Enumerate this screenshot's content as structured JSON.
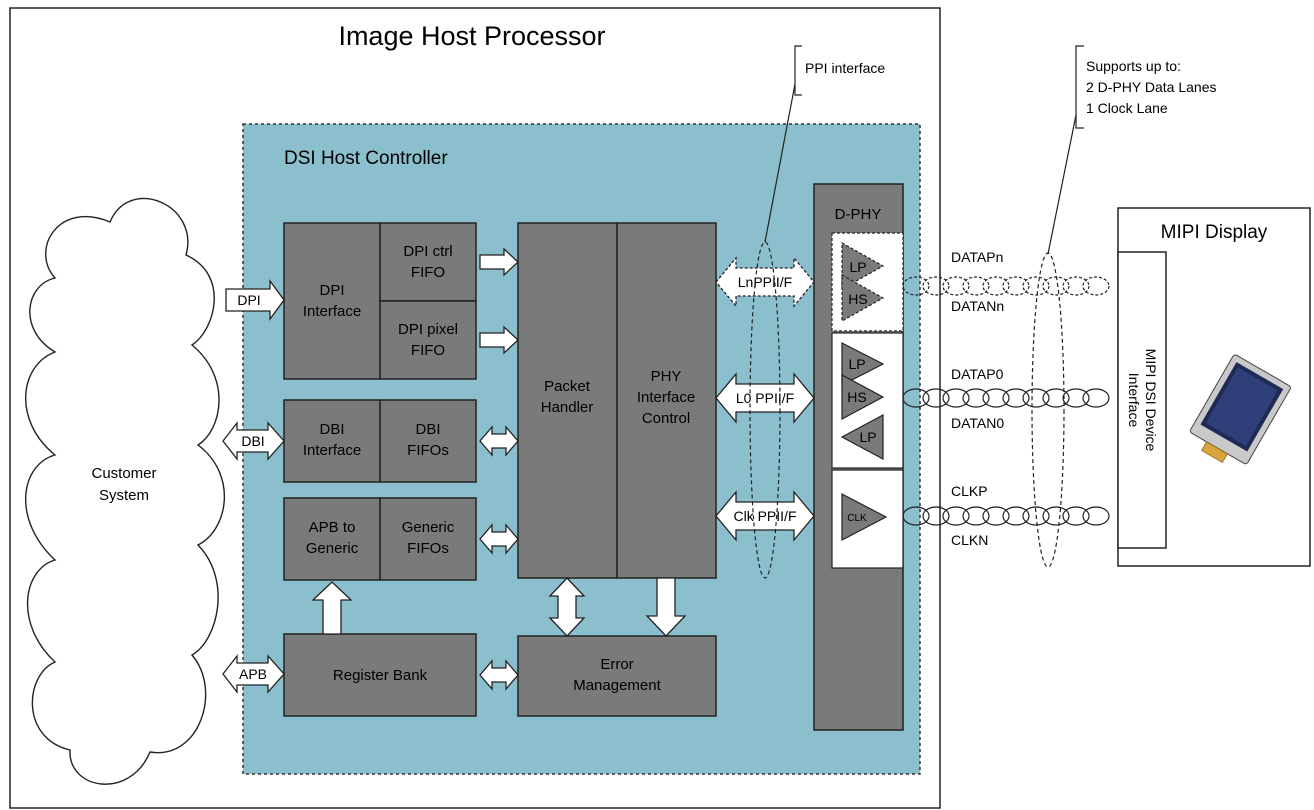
{
  "host": {
    "title": "Image Host Processor"
  },
  "controller": {
    "title": "DSI Host Controller"
  },
  "customer": {
    "line1": "Customer",
    "line2": "System"
  },
  "inputs": {
    "dpi": "DPI",
    "dbi": "DBI",
    "apb": "APB"
  },
  "blocks": {
    "dpi_interface": [
      "DPI",
      "Interface"
    ],
    "dpi_ctrl_fifo": [
      "DPI ctrl",
      "FIFO"
    ],
    "dpi_pixel_fifo": [
      "DPI pixel",
      "FIFO"
    ],
    "dbi_interface": [
      "DBI",
      "Interface"
    ],
    "dbi_fifos": [
      "DBI",
      "FIFOs"
    ],
    "apb_generic": [
      "APB to",
      "Generic"
    ],
    "generic_fifos": [
      "Generic",
      "FIFOs"
    ],
    "packet_handler": [
      "Packet",
      "Handler"
    ],
    "phy_interface": [
      "PHY",
      "Interface",
      "Control"
    ],
    "register_bank": "Register Bank",
    "error_mgmt": [
      "Error",
      "Management"
    ]
  },
  "ppi": {
    "lane_n": "LnPPII/F",
    "lane_0": "L0 PPII/F",
    "clk": "Clk PPII/F"
  },
  "dphy": {
    "title": "D-PHY",
    "lp": "LP",
    "hs": "HS",
    "clk": "CLK"
  },
  "callouts": {
    "ppi_interface": "PPI interface",
    "supports": [
      "Supports up to:",
      "2 D-PHY Data Lanes",
      "1 Clock Lane"
    ]
  },
  "signals": {
    "datapn": "DATAPn",
    "datann": "DATANn",
    "datap0": "DATAP0",
    "datan0": "DATAN0",
    "clkp": "CLKP",
    "clkn": "CLKN"
  },
  "display": {
    "title": "MIPI Display",
    "interface": [
      "MIPI DSI Device",
      "Interface"
    ]
  },
  "colors": {
    "controller_fill": "#8bbfcd",
    "block_fill": "#7a7a7a",
    "dphy_fill": "#7a7a7a"
  }
}
